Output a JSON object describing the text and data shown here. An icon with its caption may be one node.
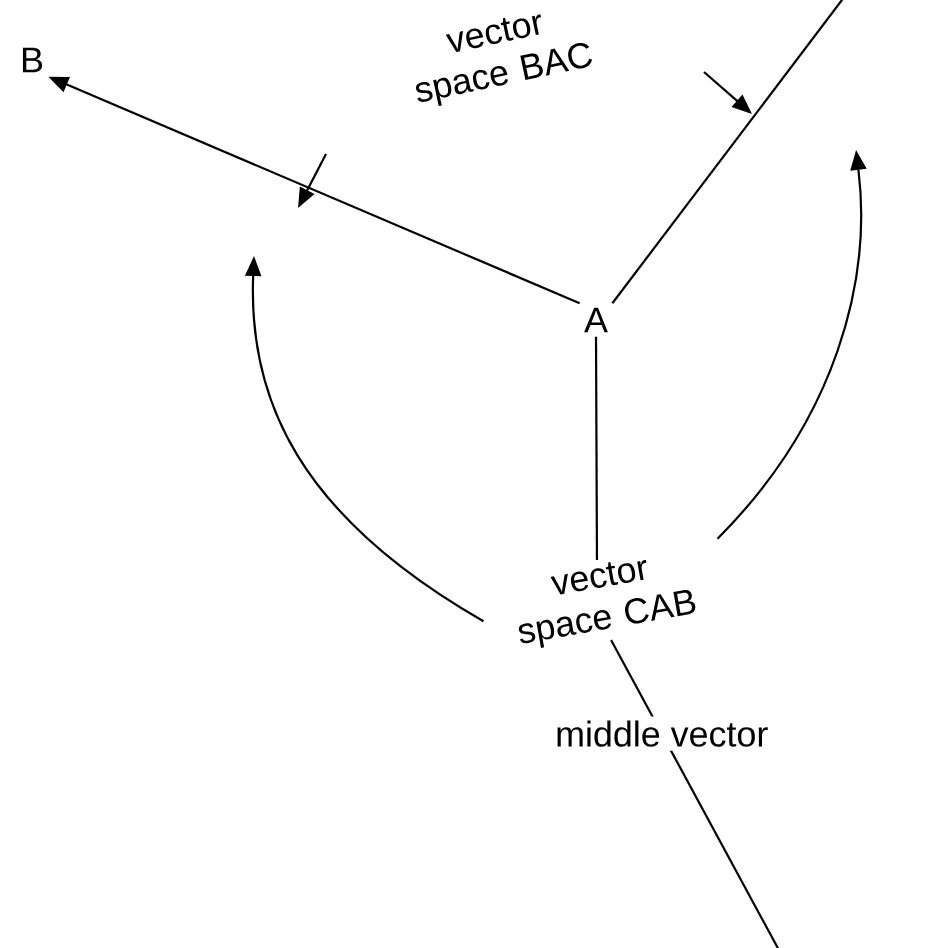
{
  "diagram": {
    "nodes": [
      {
        "text": [
          "A"
        ]
      },
      {
        "text": [
          "B"
        ]
      },
      {
        "text": [
          "vector space BAC"
        ]
      },
      {
        "text": [
          "vector space CAB"
        ]
      }
    ],
    "edges": [
      {
        "from": 0,
        "to": 1,
        "arrow": "to"
      },
      {
        "from": 0,
        "to": null,
        "arrow": "none"
      },
      {
        "from": 3,
        "to": null,
        "arrow": "to"
      },
      {
        "from": 3,
        "to": null,
        "arrow": "to"
      },
      {
        "from": 0,
        "to": 3,
        "arrow": "none"
      },
      {
        "from": 3,
        "to": null,
        "arrow": "none",
        "label": "middle vector"
      }
    ]
  }
}
